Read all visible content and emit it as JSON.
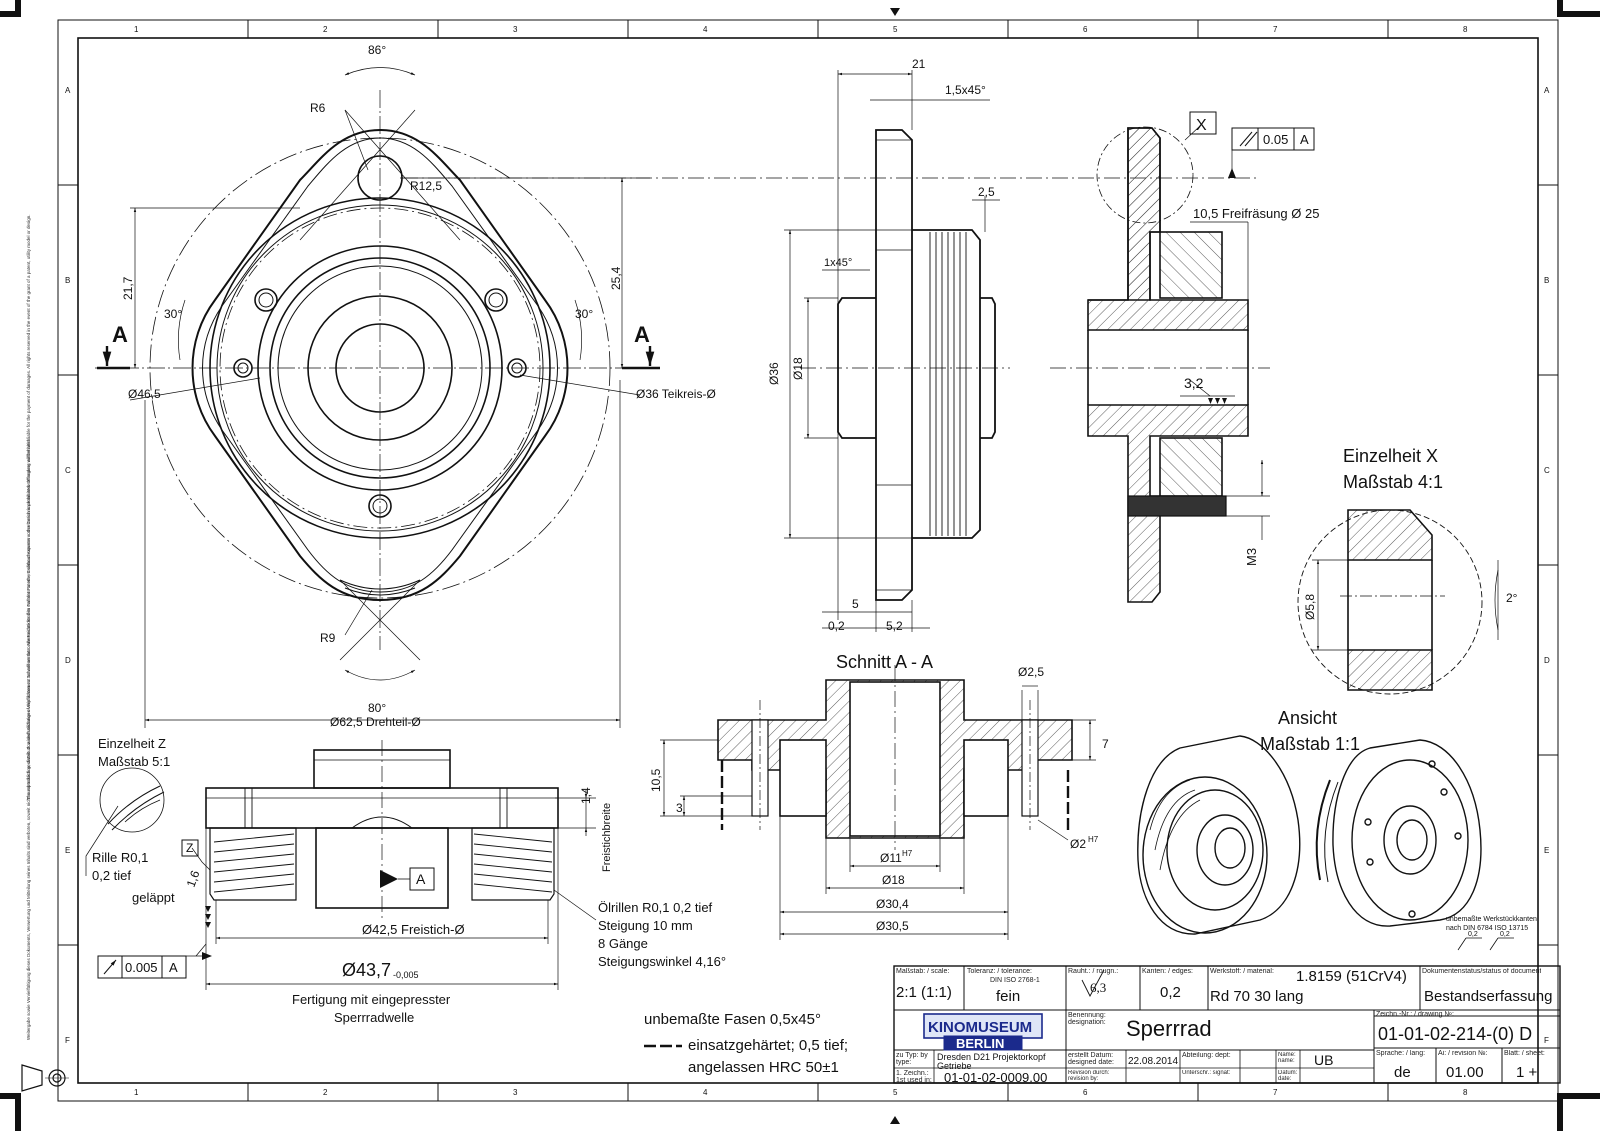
{
  "frame": {
    "columns": [
      "1",
      "2",
      "3",
      "4",
      "5",
      "6",
      "7",
      "8"
    ],
    "rows": [
      "A",
      "B",
      "C",
      "D",
      "E",
      "F"
    ]
  },
  "front_view": {
    "angle_top": "86°",
    "angle_bottom": "80°",
    "r6": "R6",
    "r12_5": "R12,5",
    "r9": "R9",
    "dim_21_7": "21,7",
    "dim_25_4": "25,4",
    "angle_left": "30°",
    "angle_right": "30°",
    "section_left": "A",
    "section_right": "A",
    "dia_46_5": "Ø46,5",
    "teilkreis": "Ø36 Teikreis-Ø",
    "drehteil": "Ø62,5 Drehteil-Ø"
  },
  "side_view": {
    "dim_21": "21",
    "chamfer_top": "1,5x45°",
    "dim_2_5": "2,5",
    "chamfer_1x45": "1x45°",
    "dia_36": "Ø36",
    "dia_18": "Ø18",
    "dim_5": "5",
    "dim_0_2": "0,2",
    "dim_5_2": "5,2"
  },
  "section_side": {
    "detail_marker": "X",
    "tolerance_value": "0.05",
    "tolerance_datum": "A",
    "freifraesung": "10,5 Freifräsung Ø 25",
    "roughness": "3,2",
    "thread": "M3"
  },
  "detail_x": {
    "title_line1": "Einzelheit X",
    "title_line2": "Maßstab 4:1",
    "dia_5_8": "Ø5,8",
    "angle_2": "2°"
  },
  "section_aa": {
    "title": "Schnitt A - A",
    "dia_2_5": "Ø2,5",
    "dim_7": "7",
    "dim_10_5": "10,5",
    "dim_3": "3",
    "dia_11": "Ø11",
    "dia_11_fit": "H7",
    "dia_2": "Ø2",
    "dia_2_fit": "H7",
    "dia_18": "Ø18",
    "dia_30_4": "Ø30,4",
    "dia_30_5": "Ø30,5"
  },
  "ansicht": {
    "title_line1": "Ansicht",
    "title_line2": "Maßstab 1:1"
  },
  "bottom_view": {
    "detail_z_line1": "Einzelheit Z",
    "detail_z_line2": "Maßstab 5:1",
    "rille_line1": "Rille R0,1",
    "rille_line2": "0,2 tief",
    "z_marker": "Z",
    "dim_1_6": "1,6",
    "gelaeppt": "geläppt",
    "dim_1_4": "1,4",
    "freistichbreite": "Freistichbreite",
    "datum_a": "A",
    "freistich": "Ø42,5 Freistich-Ø",
    "dia_main": "Ø43,7",
    "dia_main_tol": "-0,005",
    "tol_runout": "0.005",
    "tol_runout_datum": "A",
    "fertigung_line1": "Fertigung mit eingepresster",
    "fertigung_line2": "Sperrradwelle",
    "oelrillen_line1": "Ölrillen R0,1  0,2 tief",
    "oelrillen_line2": "Steigung 10 mm",
    "oelrillen_line3": "8 Gänge",
    "oelrillen_line4": "Steigungswinkel 4,16°"
  },
  "notes": {
    "fasen": "unbemaßte Fasen 0,5x45°",
    "einsatz": "einsatzgehärtet; 0,5 tief;",
    "angelassen": "angelassen HRC 50±1",
    "werkstueck_line1": "unbemaßte Werkstückkanten",
    "werkstueck_line2": "nach DIN 6784  ISO 13715",
    "werkstueck_v1": "0,2",
    "werkstueck_v2": "0,2"
  },
  "title_block": {
    "scale_label": "Maßstab: / scale:",
    "scale_value": "2:1 (1:1)",
    "tolerance_label": "Toleranz: / tolerance:",
    "tolerance_std": "DIN ISO 2768-1",
    "tolerance_value": "fein",
    "roughness_label": "Rauht.: / rougn.:",
    "roughness_value": "6,3",
    "edges_label": "Kanten: / edges:",
    "edges_value": "0,2",
    "material_label": "Werkstoff: / material:",
    "material_value": "1.8159 (51CrV4)",
    "material_form": "Rd 70 30 lang",
    "status_label": "Dokumentenstatus/status of document",
    "status_value": "Bestandserfassung",
    "logo_line1": "KINOMUSEUM",
    "logo_line2": "BERLIN",
    "designation_label": "Benennung: designation:",
    "designation_value": "Sperrrad",
    "drawing_no_label": "Zeichn.-Nr.: / drawing №:",
    "drawing_no_value": "01-01-02-214-(0) D",
    "type_label": "zu Typ: by type:",
    "type_value_line1": "Dresden D21 Projektorkopf",
    "type_value_line2": "Getriebe",
    "created_label": "erstellt Datum: designed date:",
    "created_value": "22.08.2014",
    "dept_label": "Abteilung: dept:",
    "name_label": "Name: name:",
    "name_value": "UB",
    "language_label": "Sprache: / lang:",
    "language_value": "de",
    "revision_label": "Ai: / revision №:",
    "revision_value": "01.00",
    "sheet_label": "Blatt: / sheet:",
    "sheet_value": "1 +",
    "first_drawing_label": "1. Zeichn.: 1st used in:",
    "first_drawing_value": "01-01-02-0009.00",
    "revision_by_label": "Revision durch: revision by:",
    "signature_label": "Unterschr.: signat:",
    "date_label": "Datum: date:"
  },
  "margin_notes": {
    "copyright": "The reproduction, distribution and utilization of this document as well as the communication of its contents to others without express authorization is prohibited. Offenders will be held liable for the payment of damages. All rights reserved in the event of the grant of a patent, utility model or design.",
    "copyright_de": "Weitergabe sowie Vervielfältigung dieses Dokuments, Verwertung und Mitteilung seines Inhalts sind verboten, soweit nicht ausdrücklich gestattet. Zuwiderhandlungen verpflichten zu Schadenersatz. Alle Rechte für den Fall der Patent-, Gebrauchsmuster- oder Geschmacksmustereintragung vorbehalten."
  }
}
